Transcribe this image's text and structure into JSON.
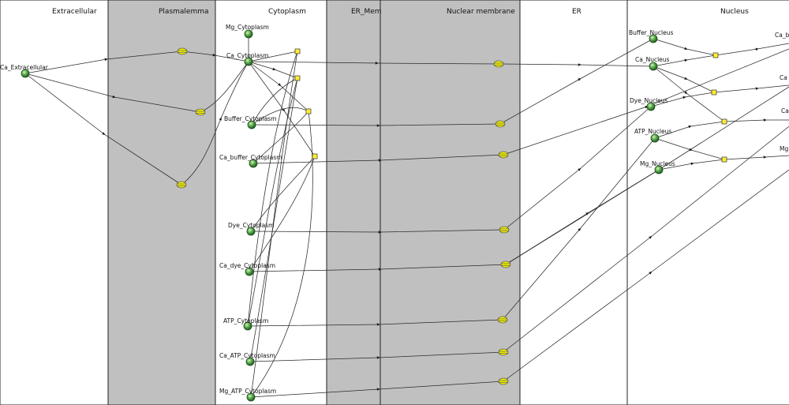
{
  "compartments": [
    {
      "id": "extracellular",
      "label": "Extracellular",
      "fill": "#ffffff"
    },
    {
      "id": "plasmalemma",
      "label": "Plasmalemma",
      "fill": "#c0c0c0"
    },
    {
      "id": "cytoplasm",
      "label": "Cytoplasm",
      "fill": "#ffffff"
    },
    {
      "id": "er-mem",
      "label": "ER_Mem",
      "fill": "#c0c0c0"
    },
    {
      "id": "nuclear-membrane",
      "label": "Nuclear membrane",
      "fill": "#c0c0c0"
    },
    {
      "id": "er",
      "label": "ER",
      "fill": "#ffffff"
    },
    {
      "id": "nucleus",
      "label": "Nucleus",
      "fill": "#ffffff"
    }
  ],
  "species": [
    {
      "id": "ca_ext",
      "label": "Ca_Extracellular"
    },
    {
      "id": "mg_cyt",
      "label": "Mg_Cytoplasm"
    },
    {
      "id": "ca_cyt",
      "label": "Ca_Cytoplasm"
    },
    {
      "id": "buf_cyt",
      "label": "Buffer_Cytoplasm"
    },
    {
      "id": "cabuf_cyt",
      "label": "Ca_buffer_Cytoplasm"
    },
    {
      "id": "dye_cyt",
      "label": "Dye_Cytoplasm"
    },
    {
      "id": "cadye_cyt",
      "label": "Ca_dye_Cytoplasm"
    },
    {
      "id": "atp_cyt",
      "label": "ATP_Cytoplasm"
    },
    {
      "id": "caatp_cyt",
      "label": "Ca_ATP_Cytoplasm"
    },
    {
      "id": "mgatp_cyt",
      "label": "Mg_ATP_Cytoplasm"
    },
    {
      "id": "buf_nuc",
      "label": "Buffer_Nucleus"
    },
    {
      "id": "ca_nuc",
      "label": "Ca_Nucleus"
    },
    {
      "id": "dye_nuc",
      "label": "Dye_Nucleus"
    },
    {
      "id": "atp_nuc",
      "label": "ATP_Nucleus"
    },
    {
      "id": "mg_nuc",
      "label": "Mg_Nucleus"
    }
  ],
  "cut_labels": [
    {
      "id": "ca_b_nuc",
      "label": "Ca_b"
    },
    {
      "id": "ca_2",
      "label": "Ca"
    },
    {
      "id": "ca_3",
      "label": "Ca"
    },
    {
      "id": "mg_2",
      "label": "Mg"
    }
  ],
  "colors": {
    "membrane": "#c0c0c0",
    "species_fill": "#3f9a3f",
    "flux_fill": "#f4f200",
    "reaction_fill": "#ffee33",
    "edge": "#2a2a2a"
  },
  "icons": {
    "species": "green-sphere",
    "flux": "yellow-flux-symbol",
    "reaction": "yellow-square"
  }
}
